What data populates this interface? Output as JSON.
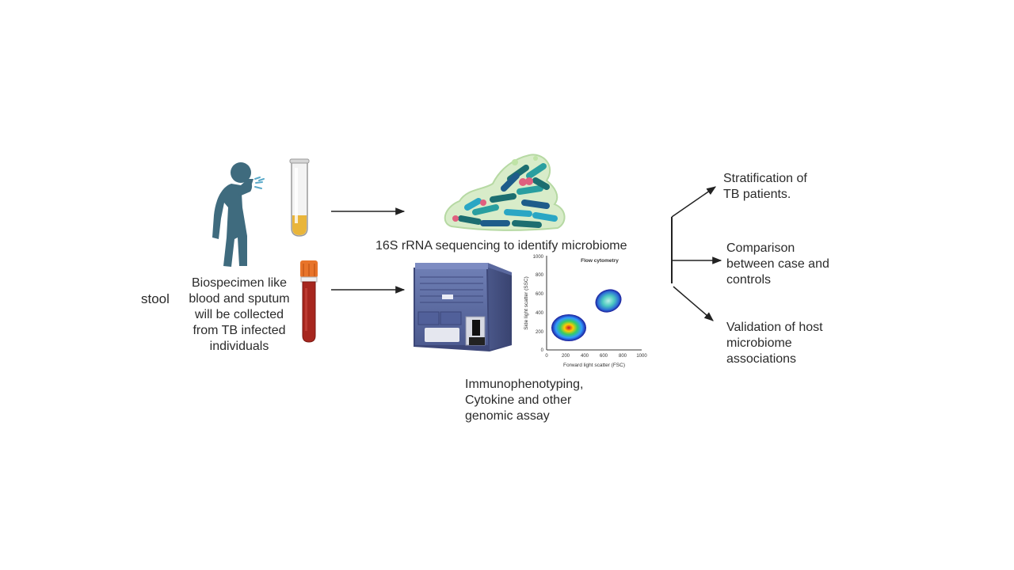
{
  "labels": {
    "stool": "stool",
    "biospecimen": [
      "Biospecimen like",
      "blood and sputum",
      "will be collected",
      "from TB infected",
      "individuals"
    ],
    "sequencing": "16S rRNA sequencing to identify microbiome",
    "assay": [
      "Immunophenotyping,",
      "Cytokine and other",
      "genomic assay"
    ],
    "outcomes": [
      [
        "Stratification of",
        "TB patients."
      ],
      [
        "Comparison",
        "between case and",
        "controls"
      ],
      [
        "Validation of host",
        "microbiome",
        "associations"
      ]
    ]
  },
  "flow_plot": {
    "title": "Flow cytometry",
    "xlabel": "Forward light scatter (FSC)",
    "ylabel": "Side light scatter (SSC)",
    "xticks": [
      "0",
      "200",
      "400",
      "600",
      "800",
      "1000"
    ],
    "yticks": [
      "0",
      "200",
      "400",
      "600",
      "800",
      "1000"
    ]
  },
  "icons": [
    "coughing-person-icon",
    "sputum-tube-icon",
    "blood-tube-icon",
    "bacteria-cluster-icon",
    "flow-cytometer-icon"
  ],
  "colors": {
    "person": "#3f6b7e",
    "sputum": "#e9b53a",
    "blood": "#a7261e",
    "cap": "#e8742a",
    "bacteria_bg": "#d8ecc9",
    "instrument": "#5a6a9e",
    "arrow": "#222222"
  }
}
